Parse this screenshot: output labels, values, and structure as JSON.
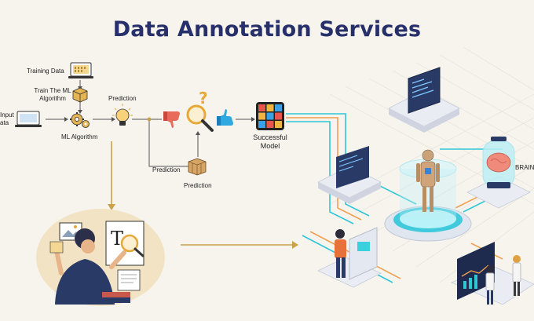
{
  "title": "Data Annotation Services",
  "flow": {
    "training_data": "Training Data",
    "train_ml_line1": "Train The ML",
    "train_ml_line2": "Algorithm",
    "input_line1": "Input",
    "input_line2": "ata",
    "ml_algorithm": "ML Algorithm",
    "prediction_top": "Prediction",
    "prediction_left": "Prediction",
    "prediction_bottom": "Prediction",
    "successful_line1": "Successful",
    "successful_line2": "Model",
    "brain": "BRAIN",
    "question_mark": "?"
  },
  "colors": {
    "title": "#27306b",
    "arrow_gold": "#c9a24a",
    "flow_line": "#555555",
    "teal": "#2fc6d8",
    "orange": "#f0a050",
    "thumb_down": "#e86a5a",
    "thumb_up": "#2fa9e0",
    "platform": "#e9ecf3"
  },
  "icons": [
    "laptop-icon",
    "cube-icon",
    "gear-icon",
    "lightbulb-icon",
    "magnifier-icon",
    "thumbs-down-icon",
    "thumbs-up-icon",
    "rubiks-cube-icon",
    "box-icon",
    "monitor-icon",
    "brain-jar-icon",
    "robot-icon"
  ]
}
